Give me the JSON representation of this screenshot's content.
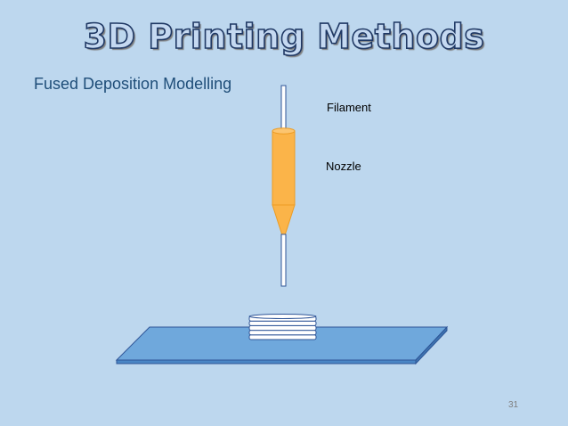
{
  "slide": {
    "title": "3D Printing Methods",
    "subtitle": "Fused Deposition Modelling",
    "page_number": "31"
  },
  "diagram": {
    "labels": {
      "filament": "Filament",
      "nozzle": "Nozzle"
    },
    "colors": {
      "background": "#bdd7ee",
      "nozzle_fill": "#fbb449",
      "nozzle_stroke": "#ed9c23",
      "bed_fill": "#6fa8dc",
      "bed_stroke": "#2f5597",
      "layer_fill": "#ffffff",
      "layer_stroke": "#2f5597",
      "title_text": "#c5d9f1",
      "title_outline": "#1f3864",
      "subtitle_text": "#1f4e79"
    },
    "printed_layer_count": 5
  }
}
